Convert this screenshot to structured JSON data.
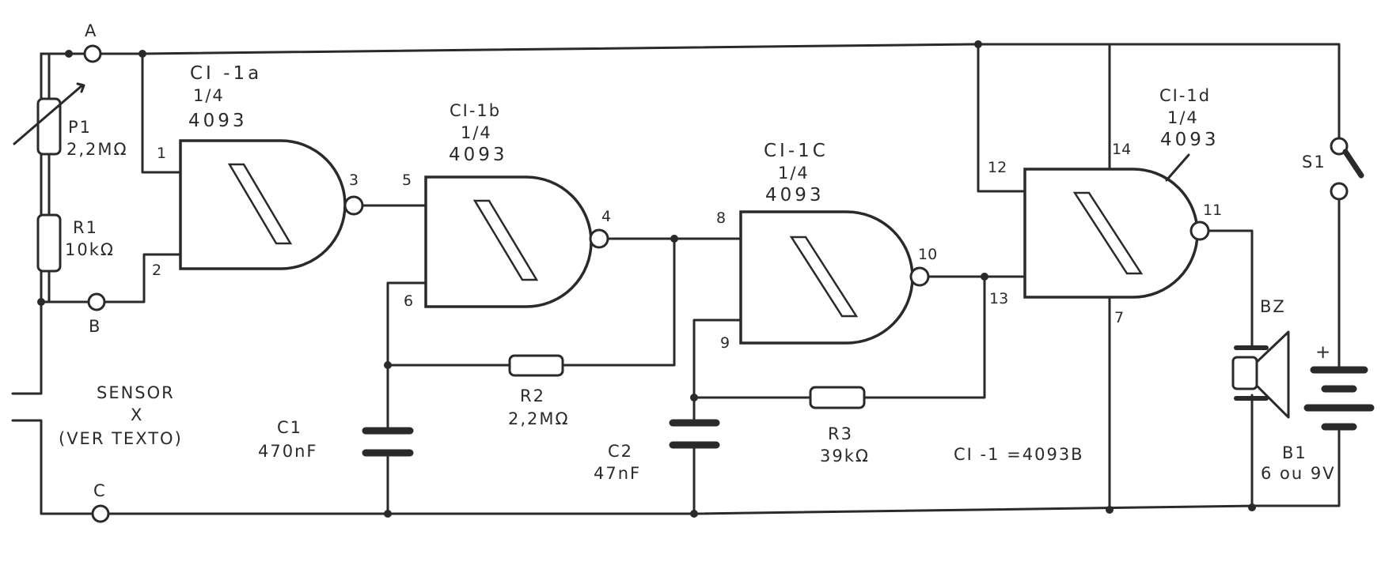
{
  "terminals": {
    "a": "A",
    "b": "B",
    "c": "C"
  },
  "gates": {
    "a": {
      "name": "CI -1a",
      "fraction": "1/4",
      "part": "4093"
    },
    "b": {
      "name": "CI-1b",
      "fraction": "1/4",
      "part": "4093"
    },
    "c": {
      "name": "CI-1C",
      "fraction": "1/4",
      "part": "4093"
    },
    "d": {
      "name": "CI-1d",
      "fraction": "1/4",
      "part": "4093"
    }
  },
  "components": {
    "p1": {
      "ref": "P1",
      "value": "2,2MΩ"
    },
    "r1": {
      "ref": "R1",
      "value": "10kΩ"
    },
    "r2": {
      "ref": "R2",
      "value": "2,2MΩ"
    },
    "r3": {
      "ref": "R3",
      "value": "39kΩ"
    },
    "c1": {
      "ref": "C1",
      "value": "470nF"
    },
    "c2": {
      "ref": "C2",
      "value": "47nF"
    },
    "s1": {
      "ref": "S1"
    },
    "bz": {
      "ref": "BZ"
    },
    "b1": {
      "ref": "B1",
      "value": "6 ou 9V",
      "polarity": "+"
    }
  },
  "pins": {
    "p1": "1",
    "p2": "2",
    "p3": "3",
    "p4": "4",
    "p5": "5",
    "p6": "6",
    "p7": "7",
    "p8": "8",
    "p9": "9",
    "p10": "10",
    "p11": "11",
    "p12": "12",
    "p13": "13",
    "p14": "14"
  },
  "sensor": {
    "line1": "SENSOR",
    "line2": "X",
    "line3": "(VER TEXTO)"
  },
  "ic_note": "CI -1 =4093B"
}
